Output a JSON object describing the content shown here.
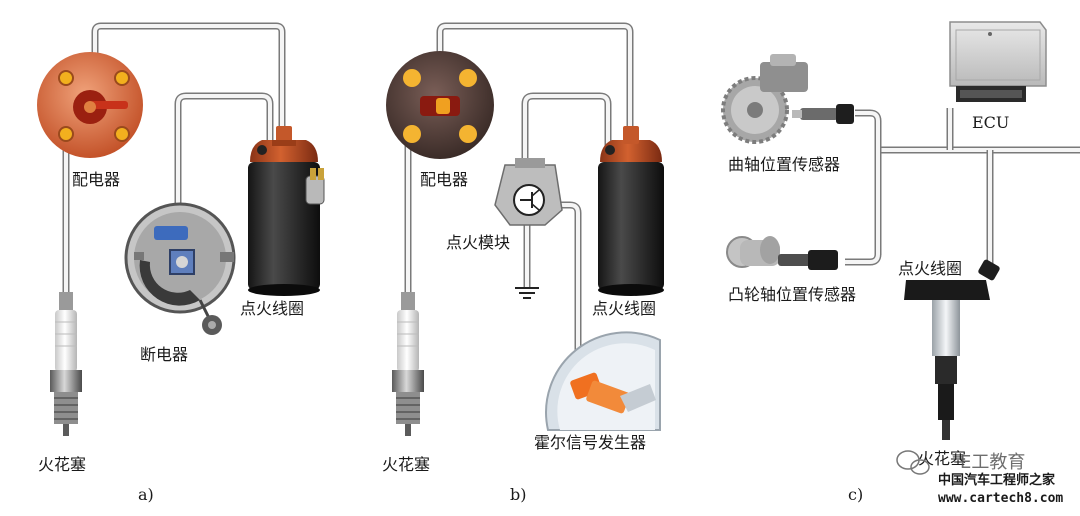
{
  "panel_a": {
    "caption": "a)",
    "distributor_label": "配电器",
    "breaker_label": "断电器",
    "coil_label": "点火线圈",
    "spark_plug_label": "火花塞"
  },
  "panel_b": {
    "caption": "b)",
    "distributor_label": "配电器",
    "module_label": "点火模块",
    "coil_label": "点火线圈",
    "hall_label": "霍尔信号发生器",
    "spark_plug_label": "火花塞"
  },
  "panel_c": {
    "caption": "c)",
    "ecu_label": "ECU",
    "crank_label": "曲轴位置传感器",
    "cam_label": "凸轮轴位置传感器",
    "coil_label": "点火线圈",
    "spark_plug_label": "火花塞"
  },
  "watermark": {
    "brand": "E工教育",
    "site_name": "中国汽车工程师之家",
    "url": "www.cartech8.com"
  }
}
